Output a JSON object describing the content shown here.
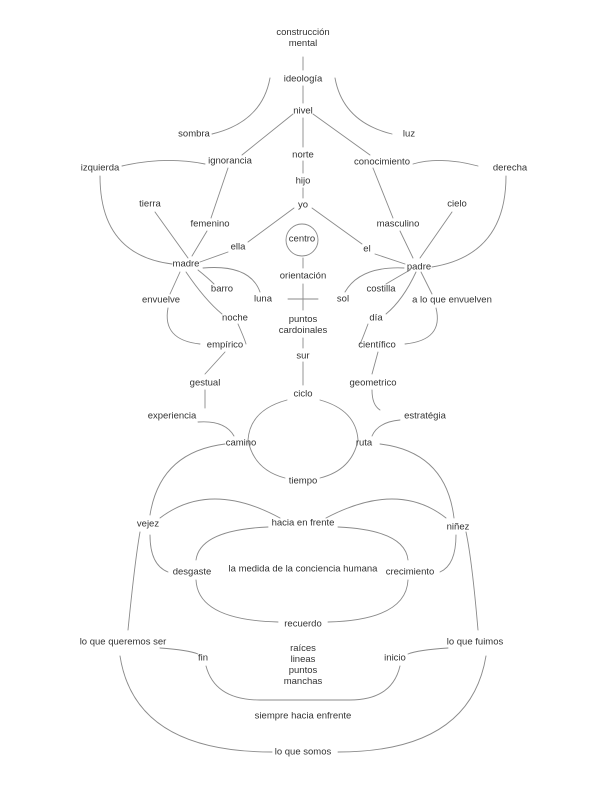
{
  "labels": {
    "construccion": "construcción\nmental",
    "ideologia": "ideología",
    "nivel": "nivel",
    "sombra": "sombra",
    "luz": "luz",
    "ignorancia": "ignorancia",
    "conocimiento": "conocimiento",
    "norte": "norte",
    "izquierda": "izquierda",
    "derecha": "derecha",
    "hijo": "hijo",
    "yo": "yo",
    "tierra": "tierra",
    "cielo": "cielo",
    "femenino": "femenino",
    "masculino": "masculino",
    "centro": "centro",
    "ella": "ella",
    "el": "el",
    "madre": "madre",
    "padre": "padre",
    "orientacion": "orientación",
    "barro": "barro",
    "luna": "luna",
    "sol": "sol",
    "costilla": "costilla",
    "envuelve": "envuelve",
    "a_lo_que_envuelven": "a lo que envuelven",
    "noche": "noche",
    "dia": "día",
    "puntos_cardoinales": "puntos\ncardoinales",
    "empirico": "empírico",
    "cientifico": "científico",
    "sur": "sur",
    "gestual": "gestual",
    "geometrico": "geometrico",
    "ciclo": "ciclo",
    "experiencia": "experiencia",
    "estrategia": "estratégia",
    "camino": "camino",
    "ruta": "ruta",
    "tiempo": "tiempo",
    "vejez": "vejez",
    "hacia_en_frente": "hacia en frente",
    "ninez": "niñez",
    "desgaste": "desgaste",
    "medida": "la medida de la conciencia humana",
    "crecimiento": "crecimiento",
    "recuerdo": "recuerdo",
    "lo_que_queremos_ser": "lo que queremos ser",
    "lo_que_fuimos": "lo que fuimos",
    "fin": "fin",
    "inicio": "inicio",
    "raices_lineas": "raíces\nlineas\npuntos\nmanchas",
    "siempre_hacia_enfrente": "siempre hacia enfrente",
    "lo_que_somos": "lo que somos"
  }
}
